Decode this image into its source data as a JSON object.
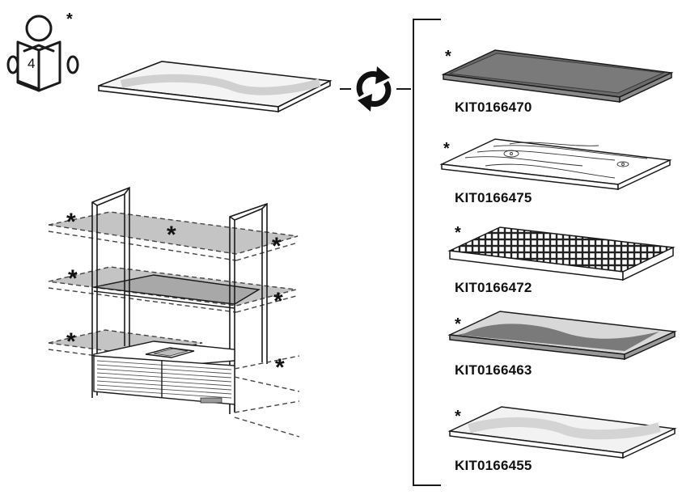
{
  "asterisk": "*",
  "manual_icon": {
    "icon": "read-manual-icon",
    "page_number": "4"
  },
  "swap_icon": "swap-arrows-icon",
  "options": [
    {
      "code": "KIT0166470",
      "finish": "dark-grey-glass-with-frame"
    },
    {
      "code": "KIT0166475",
      "finish": "wood-grain"
    },
    {
      "code": "KIT0166472",
      "finish": "grid-grille"
    },
    {
      "code": "KIT0166463",
      "finish": "dark-grey-glass"
    },
    {
      "code": "KIT0166455",
      "finish": "clear-glass"
    }
  ],
  "colors": {
    "line": "#1a1a1a",
    "shelf_grey": "#bdbdbd",
    "dark_panel": "#6f6f6f",
    "glass_light": "#e2e2e2"
  }
}
